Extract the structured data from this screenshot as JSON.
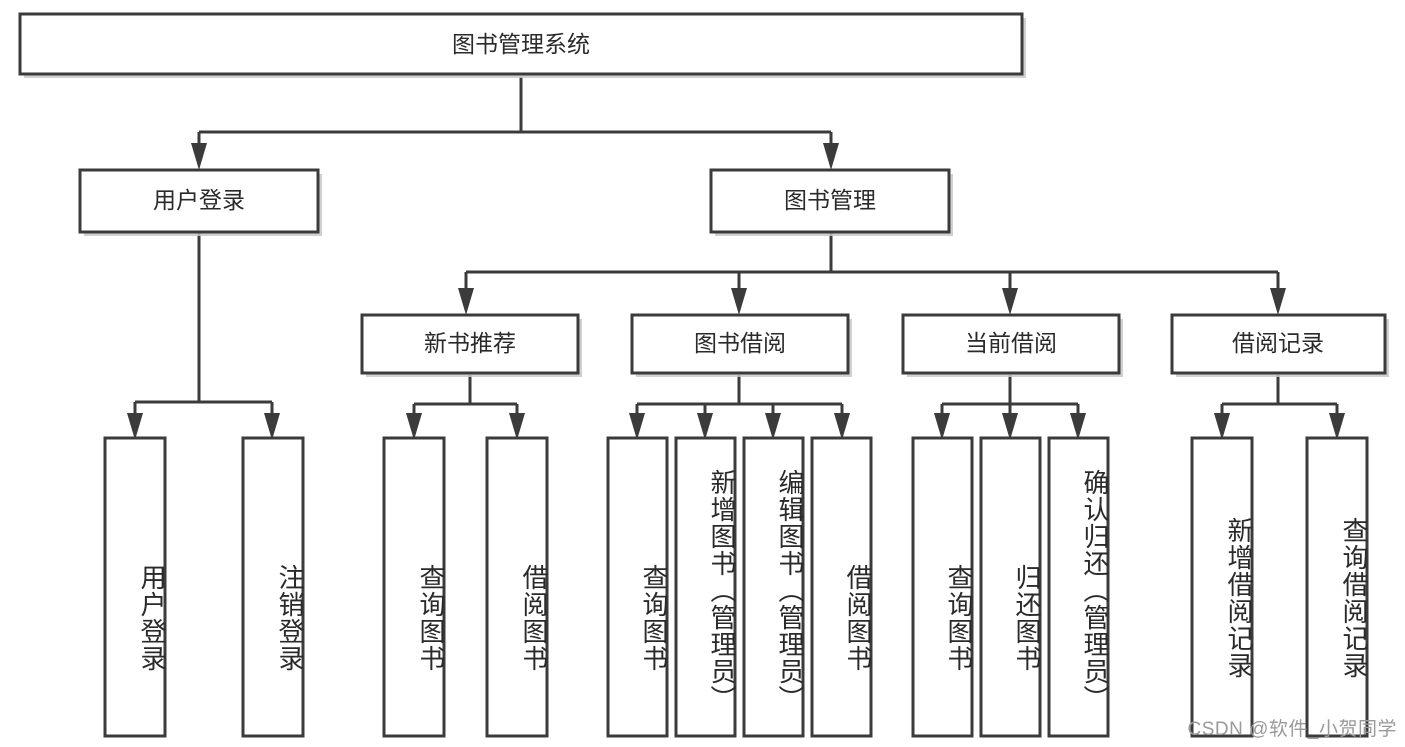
{
  "diagram": {
    "title": "图书管理系统",
    "type": "tree-hierarchy-diagram",
    "watermark": "CSDN @软件_小贺同学",
    "colors": {
      "box_stroke": "#3b3b3b",
      "box_fill": "#ffffff",
      "connector": "#3b3b3b",
      "text": "#2a2a2a",
      "watermark": "#9a9a9a",
      "background": "#ffffff"
    },
    "root": {
      "label": "图书管理系统"
    },
    "level2": [
      {
        "label": "用户登录"
      },
      {
        "label": "图书管理"
      }
    ],
    "level3": [
      {
        "label": "新书推荐"
      },
      {
        "label": "图书借阅"
      },
      {
        "label": "当前借阅"
      },
      {
        "label": "借阅记录"
      }
    ],
    "leaves": {
      "user_login": [
        {
          "label": "用户登录"
        },
        {
          "label": "注销登录"
        }
      ],
      "new_book_recommend": [
        {
          "label": "查询图书"
        },
        {
          "label": "借阅图书"
        }
      ],
      "book_borrow": [
        {
          "label": "查询图书"
        },
        {
          "label": "新增图书（管理员）"
        },
        {
          "label": "编辑图书（管理员）"
        },
        {
          "label": "借阅图书"
        }
      ],
      "current_borrow": [
        {
          "label": "查询图书"
        },
        {
          "label": "归还图书"
        },
        {
          "label": "确认归还（管理员）"
        }
      ],
      "borrow_record": [
        {
          "label": "新增借阅记录"
        },
        {
          "label": "查询借阅记录"
        }
      ]
    }
  }
}
